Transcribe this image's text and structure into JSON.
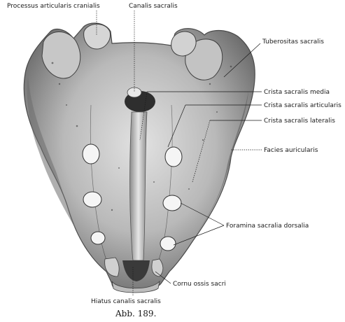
{
  "figure": {
    "caption": "Abb. 189.",
    "labels": {
      "processus_articularis_cranialis": "Processus articularis cranialis",
      "canalis_sacralis": "Canalis sacralis",
      "tuberositas_sacralis": "Tuberositas sacralis",
      "crista_sacralis_media": "Crista sacralis media",
      "crista_sacralis_articularis": "Crista sacralis articularis",
      "crista_sacralis_lateralis": "Crista sacralis lateralis",
      "facies_auricularis": "Facies auricularis",
      "foramina_sacralia_dorsalia": "Foramina sacralia dorsalia",
      "cornu_ossis_sacri": "Cornu ossis sacri",
      "hiatus_canalis_sacralis": "Hiatus canalis sacralis"
    },
    "colors": {
      "background": "#ffffff",
      "bone_light": "#d9d9d9",
      "bone_mid": "#a8a8a8",
      "bone_dark": "#555555",
      "foramen": "#f5f5f5",
      "ink": "#1a1a1a"
    }
  }
}
